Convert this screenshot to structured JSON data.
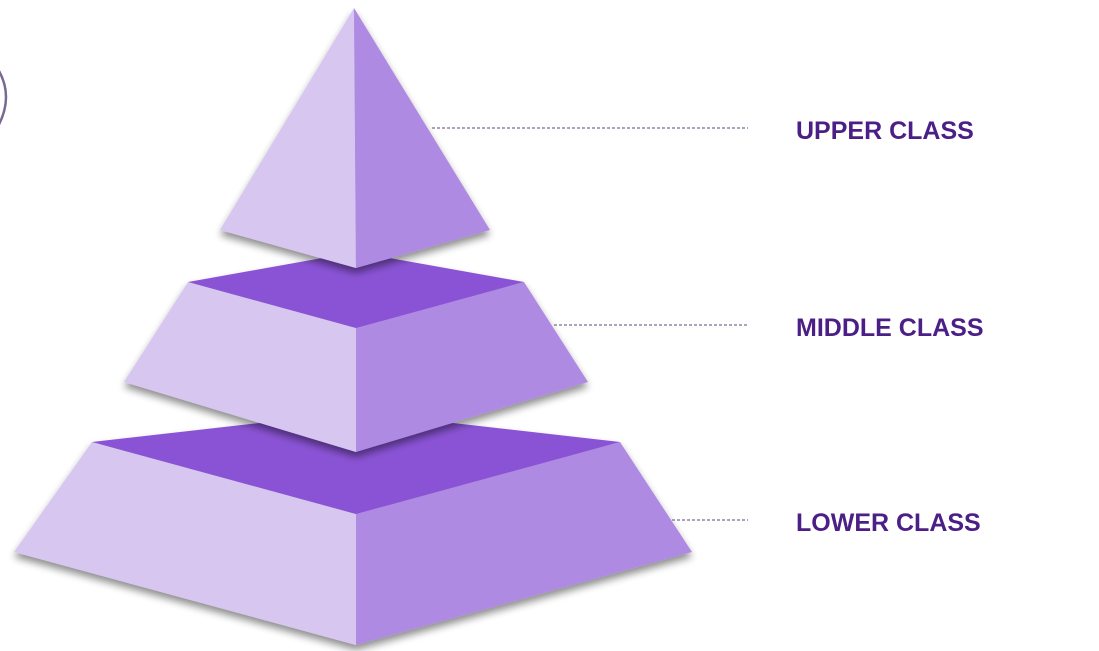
{
  "diagram": {
    "tiers": [
      {
        "label": "UPPER CLASS"
      },
      {
        "label": "MIDDLE CLASS"
      },
      {
        "label": "LOWER CLASS"
      }
    ]
  },
  "colors": {
    "light_face": "#d7c6f0",
    "shaded_face": "#ae8ae3",
    "top_face": "#8a53d5",
    "label_text": "#4b1f86",
    "connector": "#7a6a93",
    "shadow": "#9a9a9a"
  }
}
